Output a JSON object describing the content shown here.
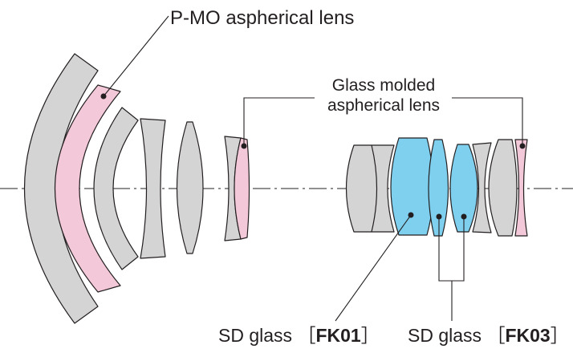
{
  "labels": {
    "pmo": "P-MO aspherical lens",
    "glass_molded_line1": "Glass molded",
    "glass_molded_line2": "aspherical lens",
    "sd_fk01_prefix": "SD glass ",
    "sd_fk01_code": "FK01",
    "sd_fk03_prefix": "SD glass ",
    "sd_fk03_code": "FK03"
  },
  "colors": {
    "gray_lens": "#d4d4d4",
    "pink_lens": "#f3c8d8",
    "blue_lens": "#7fd0ef",
    "outline": "#231f20",
    "background": "#ffffff"
  }
}
